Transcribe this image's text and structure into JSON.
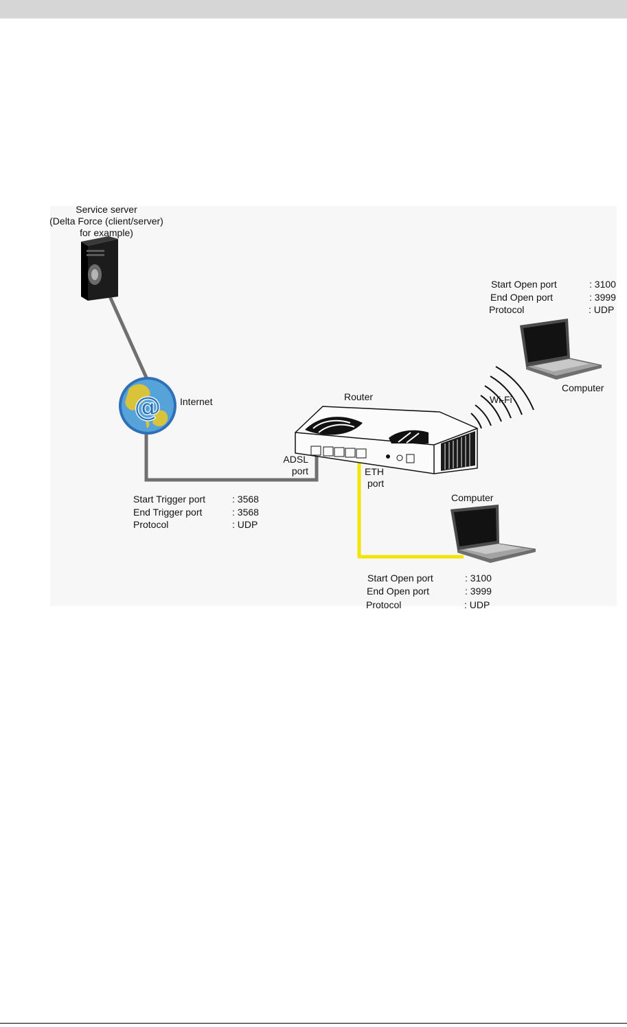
{
  "header": {
    "bar_color": "#d6d6d6"
  },
  "colors": {
    "internet_cable": "#707070",
    "lan_cable": "#f2e600",
    "diagram_background": "#f7f7f7"
  },
  "server": {
    "label_lines": [
      "Service server",
      "(Delta Force (client/server)",
      "for example)"
    ],
    "icon": "tower-server-icon"
  },
  "internet": {
    "label": "Internet",
    "icon": "globe-at-icon"
  },
  "router": {
    "label": "Router",
    "icon": "router-icon",
    "adsl_port_lines": [
      "ADSL",
      "port"
    ],
    "eth_port_lines": [
      "ETH",
      "port"
    ]
  },
  "wifi": {
    "label": "Wi-Fi",
    "icon": "wifi-waves-icon"
  },
  "trigger_settings": {
    "rows": [
      {
        "key": "Start Trigger port",
        "value": ": 3568"
      },
      {
        "key": "End Trigger port",
        "value": ": 3568"
      },
      {
        "key": "Protocol",
        "value": ": UDP"
      }
    ]
  },
  "wireless_computer": {
    "label": "Computer",
    "icon": "laptop-icon",
    "rows": [
      {
        "key": "Start Open port",
        "value": ": 3100"
      },
      {
        "key": "End Open port",
        "value": ": 3999"
      },
      {
        "key": "Protocol",
        "value": ": UDP"
      }
    ]
  },
  "wired_computer": {
    "label": "Computer",
    "icon": "laptop-icon",
    "rows": [
      {
        "key": "Start Open port",
        "value": ": 3100"
      },
      {
        "key": "End Open port",
        "value": ": 3999"
      },
      {
        "key": "Protocol",
        "value": ": UDP"
      }
    ]
  }
}
